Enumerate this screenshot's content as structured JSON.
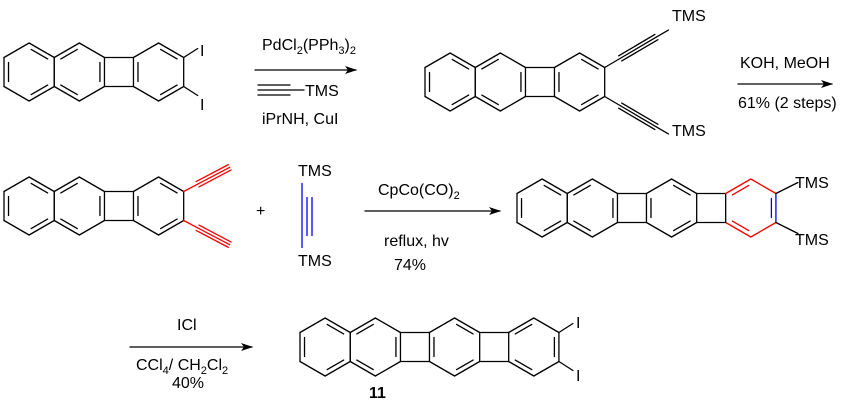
{
  "colors": {
    "bond": "#000000",
    "new_ring": "#ff0000",
    "alkyne": "#0000ff"
  },
  "step1": {
    "reagent_top": [
      {
        "t": "PdCl"
      },
      {
        "t": "2",
        "sub": true
      },
      {
        "t": "(PPh"
      },
      {
        "t": "3",
        "sub": true
      },
      {
        "t": ")"
      },
      {
        "t": "2",
        "sub": true
      }
    ],
    "reagent_mid": "TMS",
    "reagent_bottom": "iPrNH, CuI"
  },
  "start_material": {
    "substituents": [
      "I",
      "I"
    ]
  },
  "intermediate_tms": {
    "substituents": [
      "TMS",
      "TMS"
    ]
  },
  "step2": {
    "reagent_top": "KOH, MeOH",
    "yield": "61% (2 steps)"
  },
  "plus": "+",
  "bis_tms_acetylene": {
    "top": "TMS",
    "bottom": "TMS"
  },
  "step3": {
    "reagent_top": [
      {
        "t": "CpCo(CO)"
      },
      {
        "t": "2",
        "sub": true
      }
    ],
    "conditions": "reflux, hv",
    "yield": "74%"
  },
  "cyclized_product": {
    "substituents": [
      "TMS",
      "TMS"
    ]
  },
  "step4": {
    "reagent_top": "ICl",
    "solvent": [
      {
        "t": "CCl"
      },
      {
        "t": "4",
        "sub": true
      },
      {
        "t": "/ CH"
      },
      {
        "t": "2",
        "sub": true
      },
      {
        "t": "Cl"
      },
      {
        "t": "2",
        "sub": true
      }
    ],
    "yield": "40%"
  },
  "final_product": {
    "substituents": [
      "I",
      "I"
    ],
    "label": "11"
  }
}
